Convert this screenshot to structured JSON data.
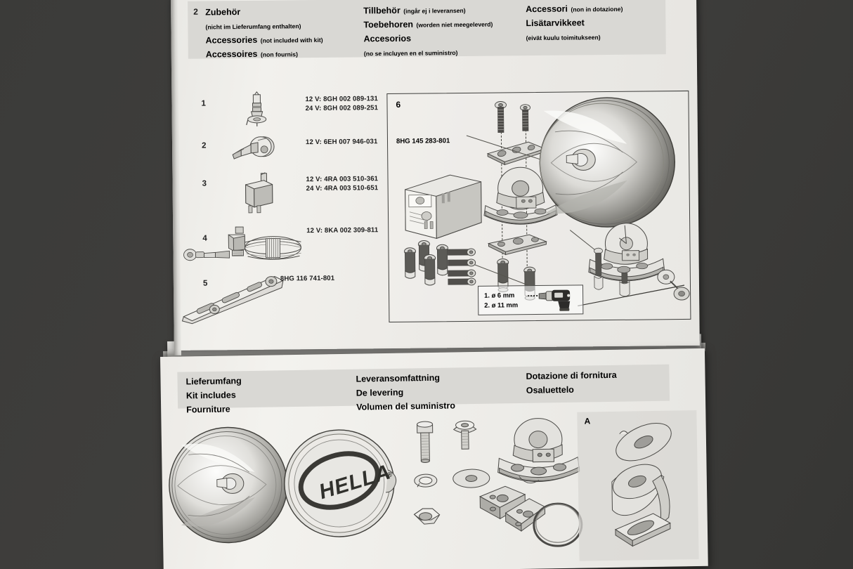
{
  "scene": {
    "background_color": "#3a3a38",
    "description": "Open printed HELLA installation instruction booklet photographed on a dark surface"
  },
  "top_page": {
    "header": {
      "section_number": "2",
      "band_color": "#d9d8d4",
      "col1": [
        {
          "big": "Zubehör",
          "sml": ""
        },
        {
          "big": "",
          "sml": "(nicht im Lieferumfang enthalten)"
        },
        {
          "big": "Accessories",
          "sml": "(not included with kit)"
        },
        {
          "big": "Accessoires",
          "sml": "(non fournis)"
        }
      ],
      "col2": [
        {
          "big": "Tillbehör",
          "sml": "(ingår ej i leveransen)"
        },
        {
          "big": "Toebehoren",
          "sml": "(worden niet meegeleverd)"
        },
        {
          "big": "Accesorios",
          "sml": ""
        },
        {
          "big": "",
          "sml": "(no se incluyen en el suministro)"
        }
      ],
      "col3": [
        {
          "big": "Accessori",
          "sml": "(non in dotazione)"
        },
        {
          "big": "Lisätarvikkeet",
          "sml": ""
        },
        {
          "big": "",
          "sml": "(eivät kuulu toimitukseen)"
        }
      ]
    },
    "parts": [
      {
        "index": "1",
        "icon": "halogen-bulb-icon",
        "numbers": [
          "12 V: 8GH 002 089-131",
          "24 V: 8GH 002 089-251"
        ]
      },
      {
        "index": "2",
        "icon": "bulb-socket-icon",
        "numbers": [
          "12 V: 6EH 007 946-031"
        ]
      },
      {
        "index": "3",
        "icon": "relay-icon",
        "numbers": [
          "12 V: 4RA 003 510-361",
          "24 V: 4RA 003 510-651"
        ]
      },
      {
        "index": "4",
        "icon": "wiring-harness-icon",
        "numbers": [
          "12 V: 8KA 002 309-811"
        ]
      },
      {
        "index": "5",
        "icon": "mounting-bar-icon",
        "numbers": [
          "8HG 116 741-801"
        ]
      }
    ],
    "figure6": {
      "label": "6",
      "part_number": "8HG 145 283-801",
      "drill_callout": {
        "line1": "1. ø 6 mm",
        "line2": "2. ø 11 mm",
        "icon": "cordless-drill-icon"
      },
      "artwork": [
        "wall-anchor-icon",
        "screw-icon",
        "bracket-plate-icon",
        "lamp-mount-bracket-icon",
        "headlamp-reflector-icon",
        "packaging-box-icon"
      ]
    }
  },
  "bottom_page": {
    "header": {
      "band_color": "#d9d8d4",
      "col1": [
        "Lieferumfang",
        "Kit includes",
        "Fourniture"
      ],
      "col2": [
        "Leveransomfattning",
        "De levering",
        "Volumen del suministro"
      ],
      "col3": [
        "Dotazione di fornitura",
        "Osaluettelo"
      ]
    },
    "panelA": {
      "label": "A",
      "artwork": [
        "washer-icon",
        "angle-bracket-icon"
      ]
    },
    "artwork": {
      "lamp_logo_text": "HELLA",
      "lamp_logo_mark": "®",
      "items": [
        "headlamp-reflector-icon",
        "lamp-cover-cap-icon",
        "hex-bolt-icon",
        "flange-bolt-icon",
        "lock-washer-icon",
        "flat-washer-icon",
        "hex-nut-icon",
        "mount-bracket-icon",
        "clamp-plate-icon",
        "rubber-gasket-ring-icon"
      ]
    }
  }
}
